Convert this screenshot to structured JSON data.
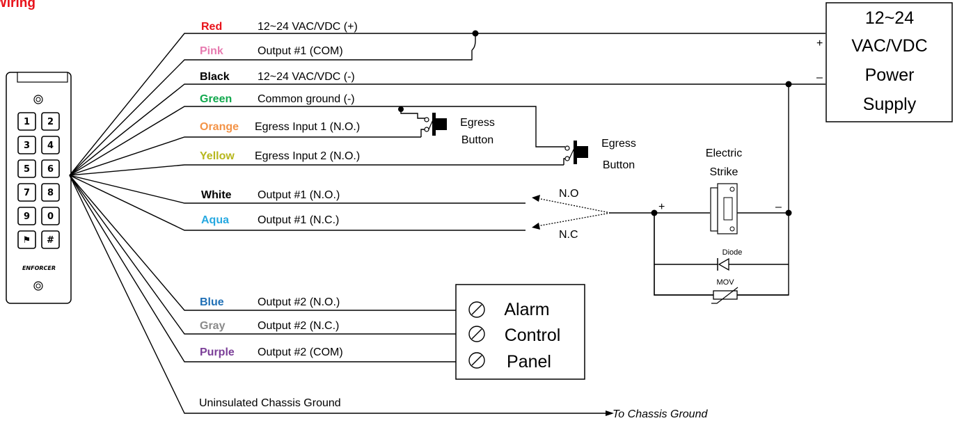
{
  "heading": "Wiring",
  "wires": [
    {
      "color_name": "Red",
      "color": "#e8121a",
      "desc": "12~24 VAC/VDC (+)"
    },
    {
      "color_name": "Pink",
      "color": "#e77bb0",
      "desc": "Output #1 (COM)"
    },
    {
      "color_name": "Black",
      "color": "#000000",
      "desc": "12~24 VAC/VDC (-)"
    },
    {
      "color_name": "Green",
      "color": "#11a84d",
      "desc": "Common ground (-)"
    },
    {
      "color_name": "Orange",
      "color": "#f39347",
      "desc": "Egress Input 1 (N.O.)"
    },
    {
      "color_name": "Yellow",
      "color": "#b7b71d",
      "desc": "Egress Input 2 (N.O.)"
    },
    {
      "color_name": "White",
      "color": "#000000",
      "desc": "Output #1 (N.O.)"
    },
    {
      "color_name": "Aqua",
      "color": "#27a9e1",
      "desc": "Output #1 (N.C.)"
    },
    {
      "color_name": "Blue",
      "color": "#1f6fb5",
      "desc": "Output #2 (N.O.)"
    },
    {
      "color_name": "Gray",
      "color": "#8a8a8a",
      "desc": "Output #2 (N.C.)"
    },
    {
      "color_name": "Purple",
      "color": "#7b3f98",
      "desc": "Output #2 (COM)"
    }
  ],
  "chassis": {
    "label": "Uninsulated Chassis Ground",
    "target": "To Chassis Ground"
  },
  "power_supply": {
    "lines": [
      "12~24",
      "VAC/VDC",
      "Power",
      "Supply"
    ],
    "plus": "+",
    "minus": "–"
  },
  "egress1": {
    "lines": [
      "Egress",
      "Button"
    ]
  },
  "egress2": {
    "lines": [
      "Egress",
      "Button"
    ]
  },
  "strike": {
    "lines": [
      "Electric",
      "Strike"
    ],
    "plus": "+",
    "minus": "–"
  },
  "relay": {
    "no": "N.O",
    "nc": "N.C"
  },
  "diode_label": "Diode",
  "mov_label": "MOV",
  "alarm_panel": {
    "lines": [
      "Alarm",
      "Control",
      "Panel"
    ]
  },
  "keypad": {
    "keys": [
      "1",
      "2",
      "3",
      "4",
      "5",
      "6",
      "7",
      "8",
      "9",
      "0",
      "⚑",
      "#"
    ],
    "brand": "ENFORCER"
  }
}
